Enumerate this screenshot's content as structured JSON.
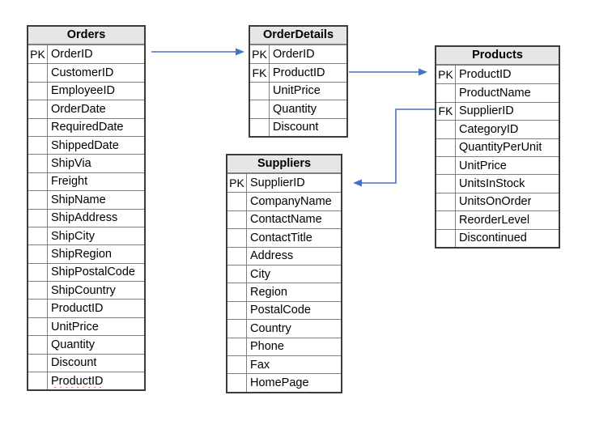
{
  "diagram": {
    "tables": [
      {
        "id": "orders",
        "name": "Orders",
        "fields": [
          {
            "key": "PK",
            "name": "OrderID"
          },
          {
            "key": "",
            "name": "CustomerID"
          },
          {
            "key": "",
            "name": "EmployeeID"
          },
          {
            "key": "",
            "name": "OrderDate"
          },
          {
            "key": "",
            "name": "RequiredDate"
          },
          {
            "key": "",
            "name": "ShippedDate"
          },
          {
            "key": "",
            "name": "ShipVia"
          },
          {
            "key": "",
            "name": "Freight"
          },
          {
            "key": "",
            "name": "ShipName"
          },
          {
            "key": "",
            "name": "ShipAddress"
          },
          {
            "key": "",
            "name": "ShipCity"
          },
          {
            "key": "",
            "name": "ShipRegion"
          },
          {
            "key": "",
            "name": "ShipPostalCode"
          },
          {
            "key": "",
            "name": "ShipCountry"
          },
          {
            "key": "",
            "name": "ProductID"
          },
          {
            "key": "",
            "name": "UnitPrice"
          },
          {
            "key": "",
            "name": "Quantity"
          },
          {
            "key": "",
            "name": "Discount"
          },
          {
            "key": "",
            "name": "ProductID",
            "spellcheck": true
          }
        ]
      },
      {
        "id": "orderdetails",
        "name": "OrderDetails",
        "fields": [
          {
            "key": "PK",
            "name": "OrderID"
          },
          {
            "key": "FK",
            "name": "ProductID"
          },
          {
            "key": "",
            "name": "UnitPrice"
          },
          {
            "key": "",
            "name": "Quantity"
          },
          {
            "key": "",
            "name": "Discount"
          }
        ]
      },
      {
        "id": "products",
        "name": "Products",
        "fields": [
          {
            "key": "PK",
            "name": "ProductID"
          },
          {
            "key": "",
            "name": "ProductName"
          },
          {
            "key": "FK",
            "name": "SupplierID",
            "spellcheck": true
          },
          {
            "key": "",
            "name": "CategoryID"
          },
          {
            "key": "",
            "name": "QuantityPerUnit"
          },
          {
            "key": "",
            "name": "UnitPrice"
          },
          {
            "key": "",
            "name": "UnitsInStock"
          },
          {
            "key": "",
            "name": "UnitsOnOrder"
          },
          {
            "key": "",
            "name": "ReorderLevel"
          },
          {
            "key": "",
            "name": "Discontinued"
          }
        ]
      },
      {
        "id": "suppliers",
        "name": "Suppliers",
        "fields": [
          {
            "key": "PK",
            "name": "SupplierID"
          },
          {
            "key": "",
            "name": "CompanyName"
          },
          {
            "key": "",
            "name": "ContactName"
          },
          {
            "key": "",
            "name": "ContactTitle"
          },
          {
            "key": "",
            "name": "Address"
          },
          {
            "key": "",
            "name": "City"
          },
          {
            "key": "",
            "name": "Region"
          },
          {
            "key": "",
            "name": "PostalCode"
          },
          {
            "key": "",
            "name": "Country"
          },
          {
            "key": "",
            "name": "Phone"
          },
          {
            "key": "",
            "name": "Fax"
          },
          {
            "key": "",
            "name": "HomePage",
            "spellcheck": true
          }
        ]
      }
    ],
    "relationships": [
      {
        "from": "Orders.OrderID",
        "to": "OrderDetails.OrderID"
      },
      {
        "from": "OrderDetails.ProductID",
        "to": "Products.ProductID"
      },
      {
        "from": "Products.SupplierID",
        "to": "Suppliers.SupplierID"
      }
    ]
  },
  "colors": {
    "arrow": "#4472C4",
    "header_fill": "#E7E6E6",
    "outer_border": "#3B3B3B",
    "grid_line": "#808080",
    "spellcheck_underline": "#D83B2D"
  }
}
